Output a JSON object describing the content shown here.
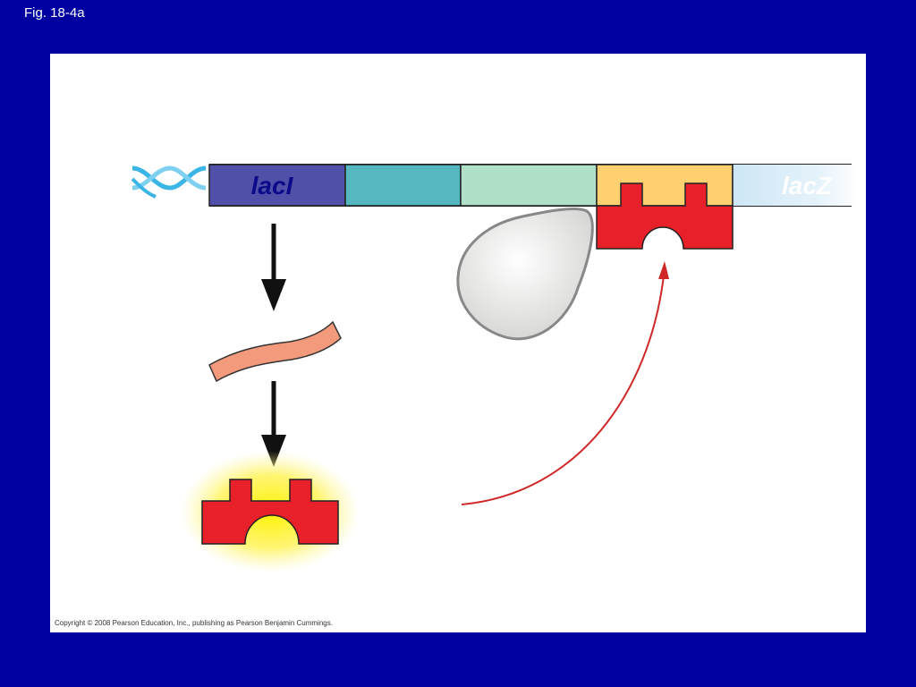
{
  "slide": {
    "caption": "Fig. 18-4a",
    "background_color": "#0000a0"
  },
  "figure": {
    "copyright": "Copyright © 2008 Pearson Education, Inc., publishing as Pearson Benjamin Cummings."
  },
  "dna": {
    "genes": {
      "laci_label": "lacI",
      "lacz_label": "lacZ"
    },
    "colors": {
      "laci_region": "#5050a8",
      "promoter_region": "#55b8c0",
      "intermediate_region": "#b0e0c8",
      "operator_region": "#ffd070",
      "lacz_region": "#d8ecf8",
      "helix": "#40b8e8"
    }
  },
  "elements": {
    "repressor_color": "#e8202a",
    "mrna_color": "#f39a7c",
    "glow_color": "#fff200",
    "polymerase_color": "#e8e8e6",
    "arrow_color": "#111111",
    "binding_arrow_color": "#d02828"
  }
}
